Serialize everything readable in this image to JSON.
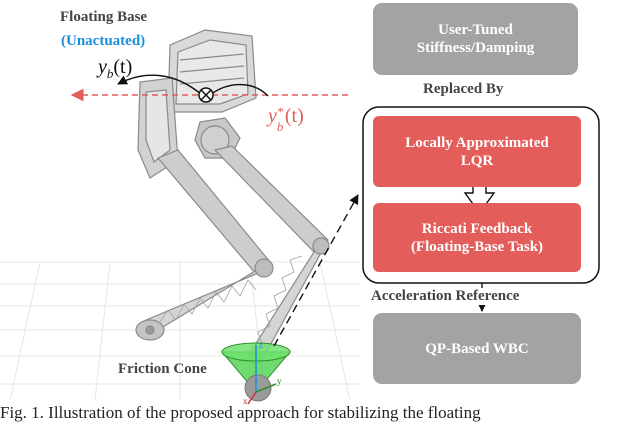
{
  "labels": {
    "floating_base": "Floating Base",
    "unactuated": "(Unactuated)",
    "yb": "y",
    "yb_sub": "b",
    "yb_arg": "(t)",
    "yb_star": "y",
    "yb_star_sub": "b",
    "yb_star_sup": "*",
    "yb_star_arg": "(t)",
    "friction_cone": "Friction Cone",
    "axis_z": "z",
    "axis_y": "y",
    "axis_x": "x"
  },
  "boxes": {
    "user_tuned_line1": "User-Tuned",
    "user_tuned_line2": "Stiffness/Damping",
    "replaced_by": "Replaced By",
    "lqr_line1": "Locally Approximated",
    "lqr_line2": "LQR",
    "riccati_line1": "Riccati Feedback",
    "riccati_line2": "(Floating-Base Task)",
    "acceleration_reference": "Acceleration Reference",
    "qp_wbc": "QP-Based WBC"
  },
  "caption": "Fig. 1.   Illustration of the proposed approach for stabilizing the floating",
  "colors": {
    "blue": "#1a8fdc",
    "red": "#e35d5b",
    "gray": "#a3a3a3",
    "cone": "#3fcf3f"
  }
}
